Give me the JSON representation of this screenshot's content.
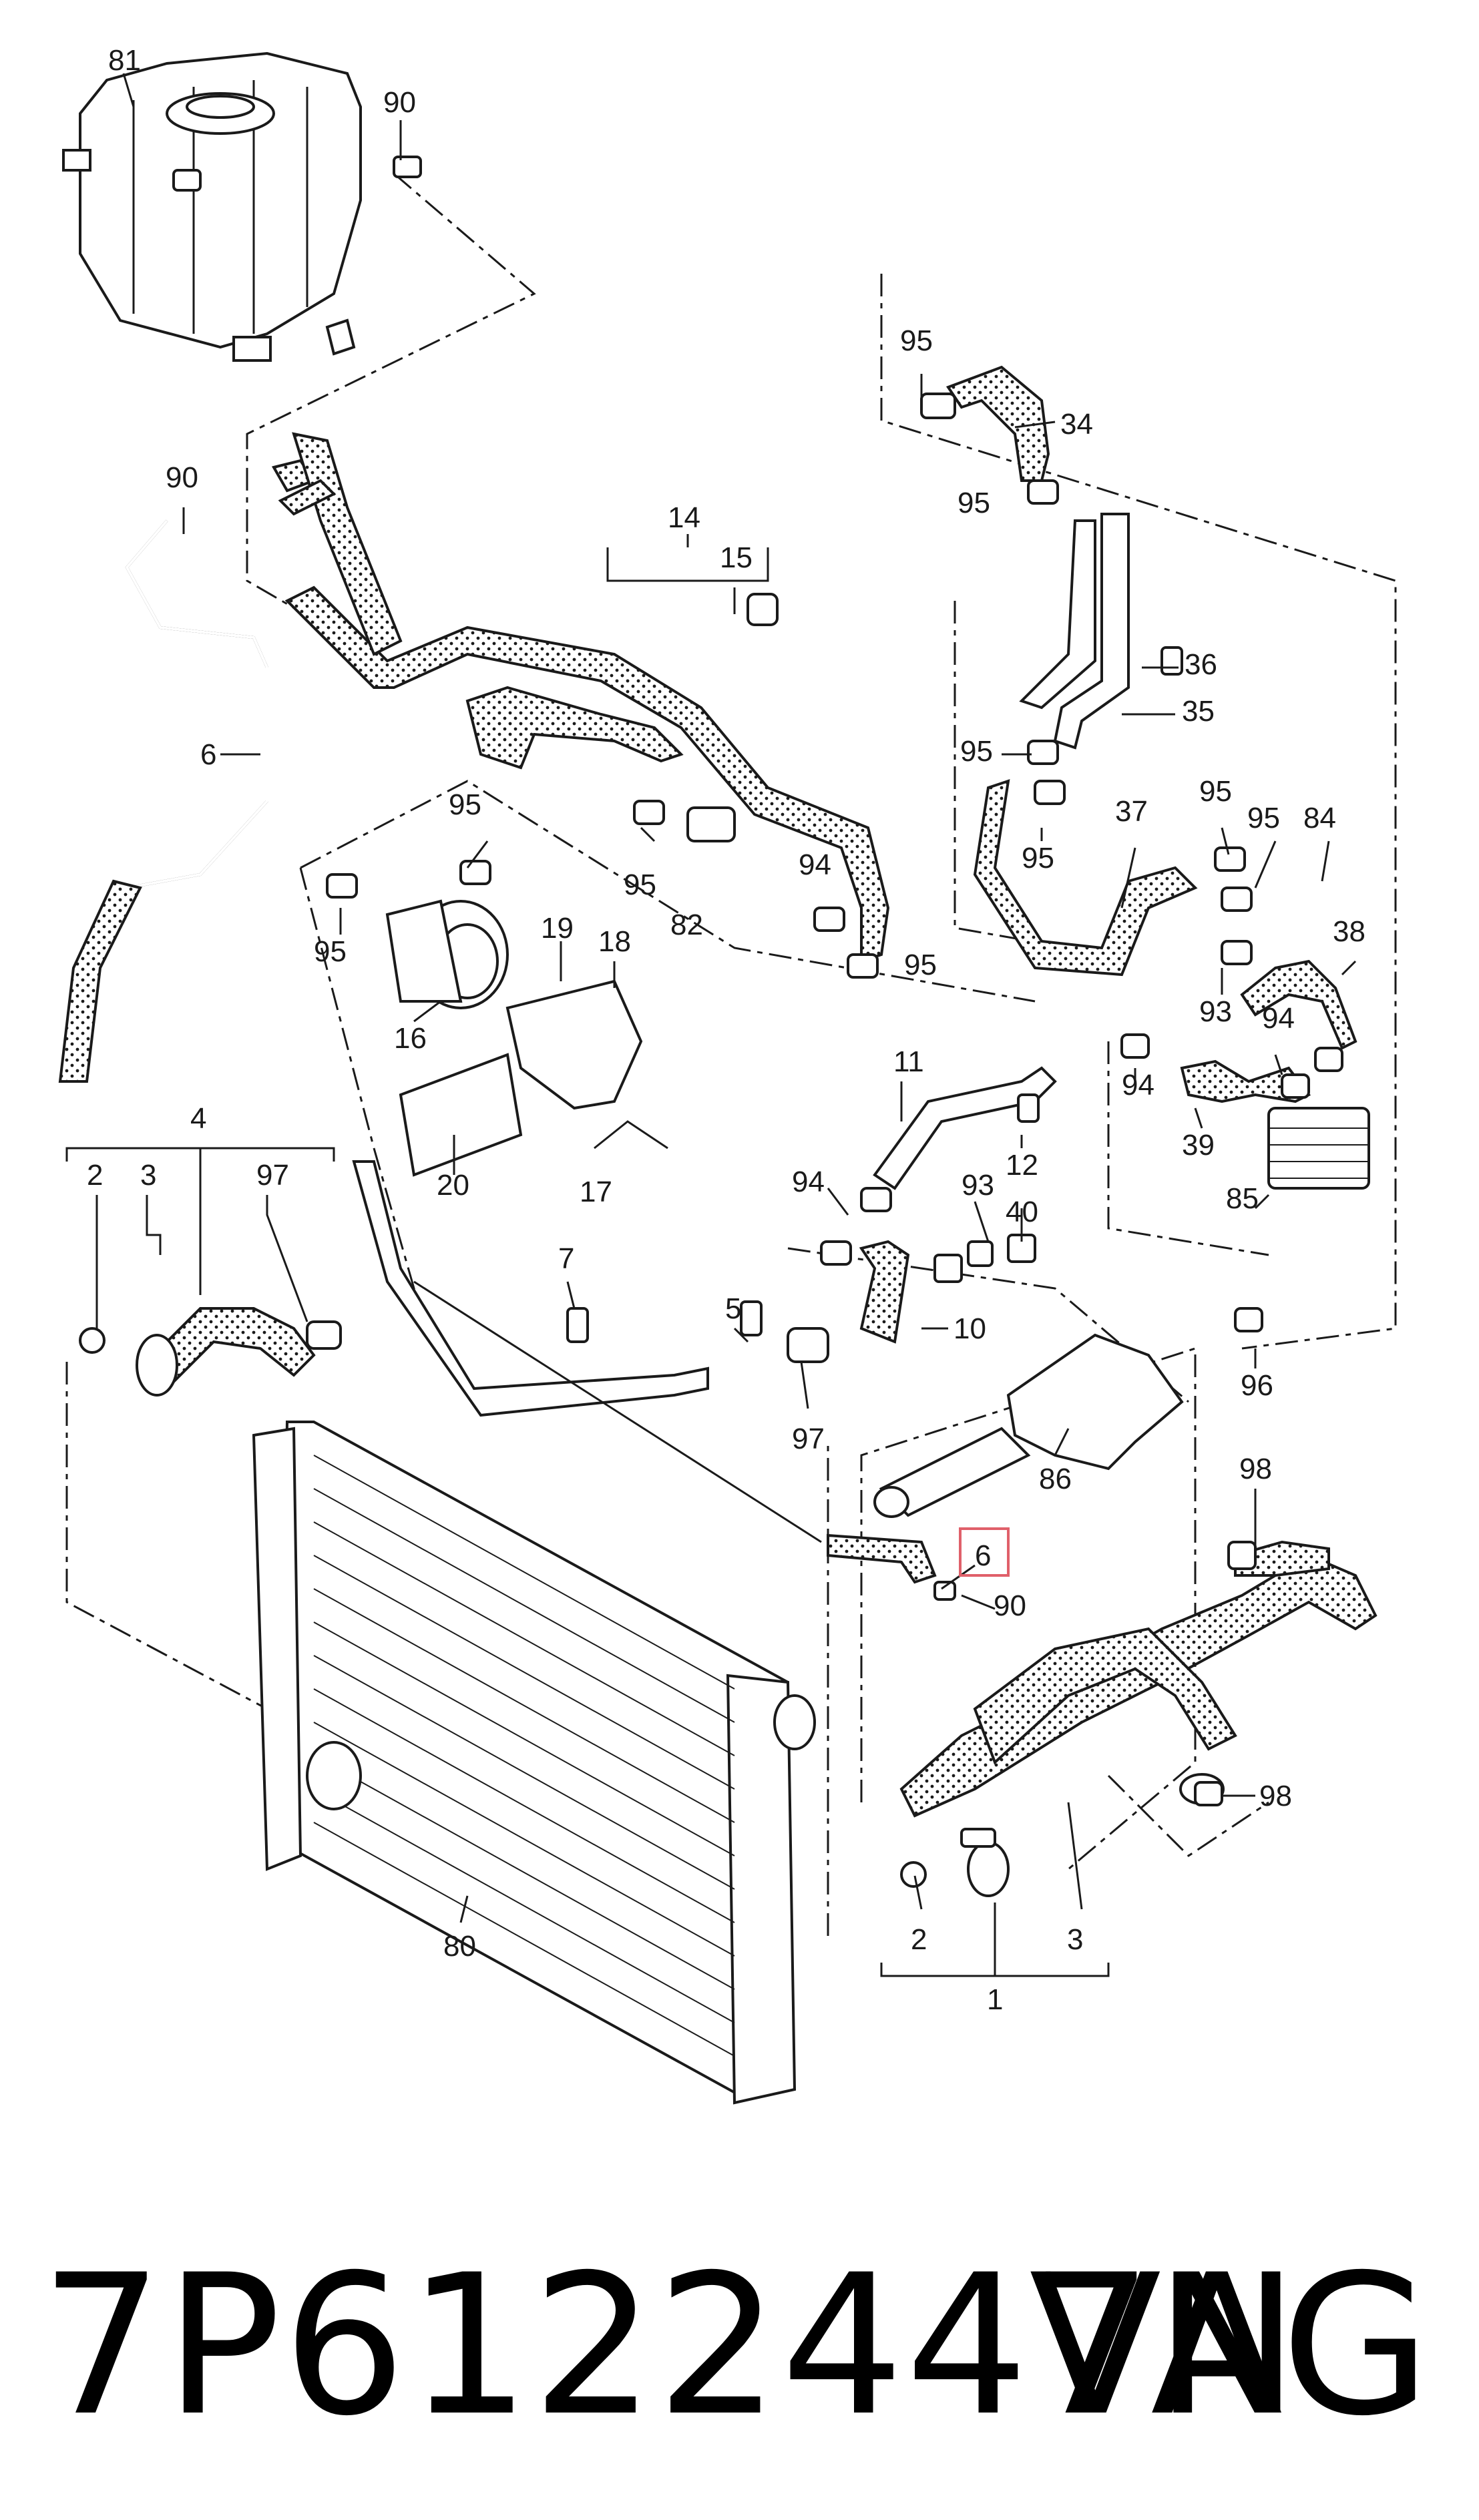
{
  "diagram": {
    "callouts": {
      "c81": "81",
      "c90a": "90",
      "c90b": "90",
      "c90c": "90",
      "c95a": "95",
      "c95b": "95",
      "c95c": "95",
      "c95d": "95",
      "c95e": "95",
      "c95f": "95",
      "c95g": "95",
      "c95h": "95",
      "c95i": "95",
      "c95j": "95",
      "c34": "34",
      "c36": "36",
      "c35": "35",
      "c37": "37",
      "c84": "84",
      "c38": "38",
      "c93a": "93",
      "c93b": "93",
      "c94a": "94",
      "c94b": "94",
      "c94c": "94",
      "c94d": "94",
      "c39": "39",
      "c85": "85",
      "c14": "14",
      "c15": "15",
      "c6a": "6",
      "c6b": "6",
      "c82": "82",
      "c19": "19",
      "c18": "18",
      "c16": "16",
      "c20": "20",
      "c17": "17",
      "c11": "11",
      "c12": "12",
      "c40": "40",
      "c10": "10",
      "c4": "4",
      "c2a": "2",
      "c3a": "3",
      "c97a": "97",
      "c97b": "97",
      "c7": "7",
      "c5": "5",
      "c86": "86",
      "c96": "96",
      "c98a": "98",
      "c98b": "98",
      "c80": "80",
      "c2b": "2",
      "c3b": "3",
      "c1": "1"
    },
    "highlight_color": "#e0606a"
  },
  "caption": {
    "part_number": "7P6122447N",
    "brand": "VAG"
  }
}
